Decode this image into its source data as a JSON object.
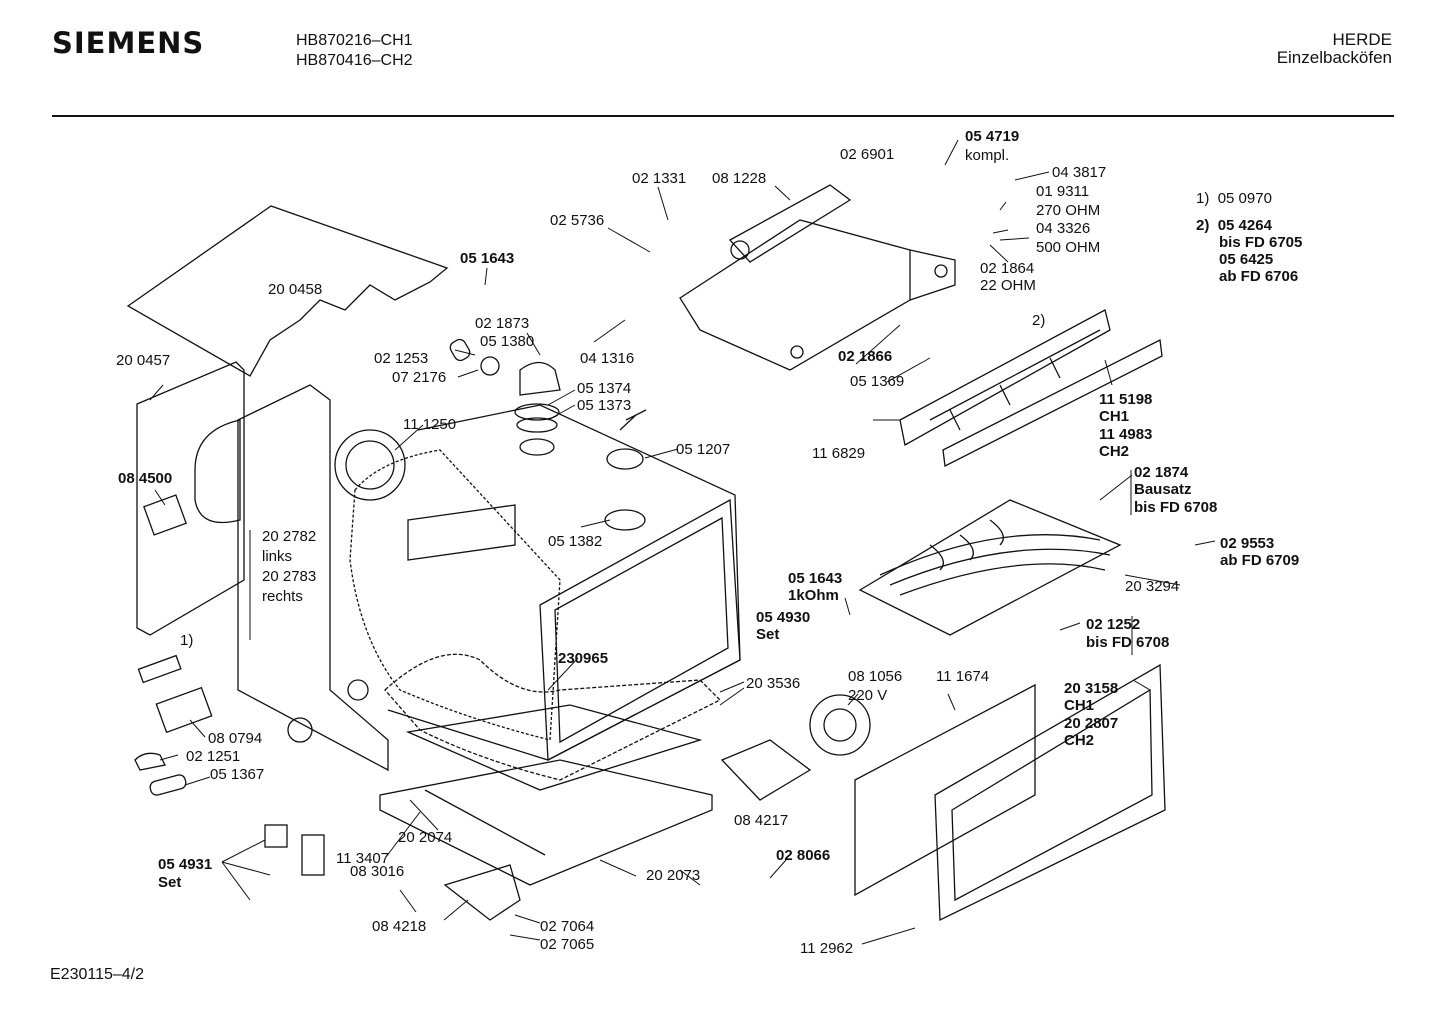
{
  "header": {
    "brand": "SIEMENS",
    "models": [
      "HB870216–CH1",
      "HB870416–CH2"
    ],
    "category": "HERDE",
    "subcategory": "Einzelbacköfen"
  },
  "footer": {
    "doc_id": "E230115–4/2"
  },
  "legend": [
    {
      "key": "1)",
      "value": "05 0970"
    },
    {
      "key": "2)",
      "value": "05 4264"
    },
    {
      "key": "",
      "value": "bis FD 6705"
    },
    {
      "key": "",
      "value": "05 6425"
    },
    {
      "key": "",
      "value": "ab FD 6706"
    }
  ],
  "labels": {
    "p054719": "05 4719",
    "kompl": "kompl.",
    "p026901": "02 6901",
    "p043817": "04 3817",
    "p019311": "01 9311",
    "ohm270": "270 OHM",
    "p043326": "04 3326",
    "ohm500": "500 OHM",
    "p021864": "02 1864",
    "ohm22": "22 OHM",
    "p021331": "02 1331",
    "p081228": "08 1228",
    "p025736": "02 5736",
    "p051643a": "05 1643",
    "p200458": "20 0458",
    "p021873": "02 1873",
    "p051380": "05 1380",
    "p021253": "02 1253",
    "p072176": "07 2176",
    "p041316": "04 1316",
    "p021866": "02 1866",
    "p051369": "05 1369",
    "n2": "2)",
    "p200457": "20 0457",
    "p051374": "05 1374",
    "p051373": "05 1373",
    "p111250": "11 1250",
    "p051207": "05 1207",
    "p115198": "11 5198",
    "ch1a": "CH1",
    "p114983": "11 4983",
    "ch2a": "CH2",
    "p116829": "11 6829",
    "p084500": "08 4500",
    "p021874": "02 1874",
    "bausatz": "Bausatz",
    "bisfd6708a": "bis FD 6708",
    "p051382": "05 1382",
    "p202782": "20 2782",
    "links": "links",
    "p202783": "20 2783",
    "rechts": "rechts",
    "p029553": "02 9553",
    "abfd6709": "ab FD 6709",
    "p051643b": "05 1643",
    "kohm": "1kOhm",
    "p203294": "20 3294",
    "p054930": "05 4930",
    "set1": "Set",
    "n1": "1)",
    "p021252": "02 1252",
    "bisfd6708b": "bis FD 6708",
    "p230965": "230965",
    "p081056": "08 1056",
    "v220": "220 V",
    "p111674": "11 1674",
    "p203158": "20 3158",
    "ch1b": "CH1",
    "p202807": "20 2807",
    "ch2b": "CH2",
    "p203536": "20 3536",
    "p080794": "08 0794",
    "p021251": "02 1251",
    "p051367": "05 1367",
    "p084217": "08 4217",
    "p202074": "20 2074",
    "p113407": "11 3407",
    "p054931": "05 4931",
    "set2": "Set",
    "p028066": "02 8066",
    "p083016": "08 3016",
    "p202073": "20 2073",
    "p084218": "08 4218",
    "p027064": "02 7064",
    "p027065": "02 7065",
    "p112962": "11 2962"
  }
}
